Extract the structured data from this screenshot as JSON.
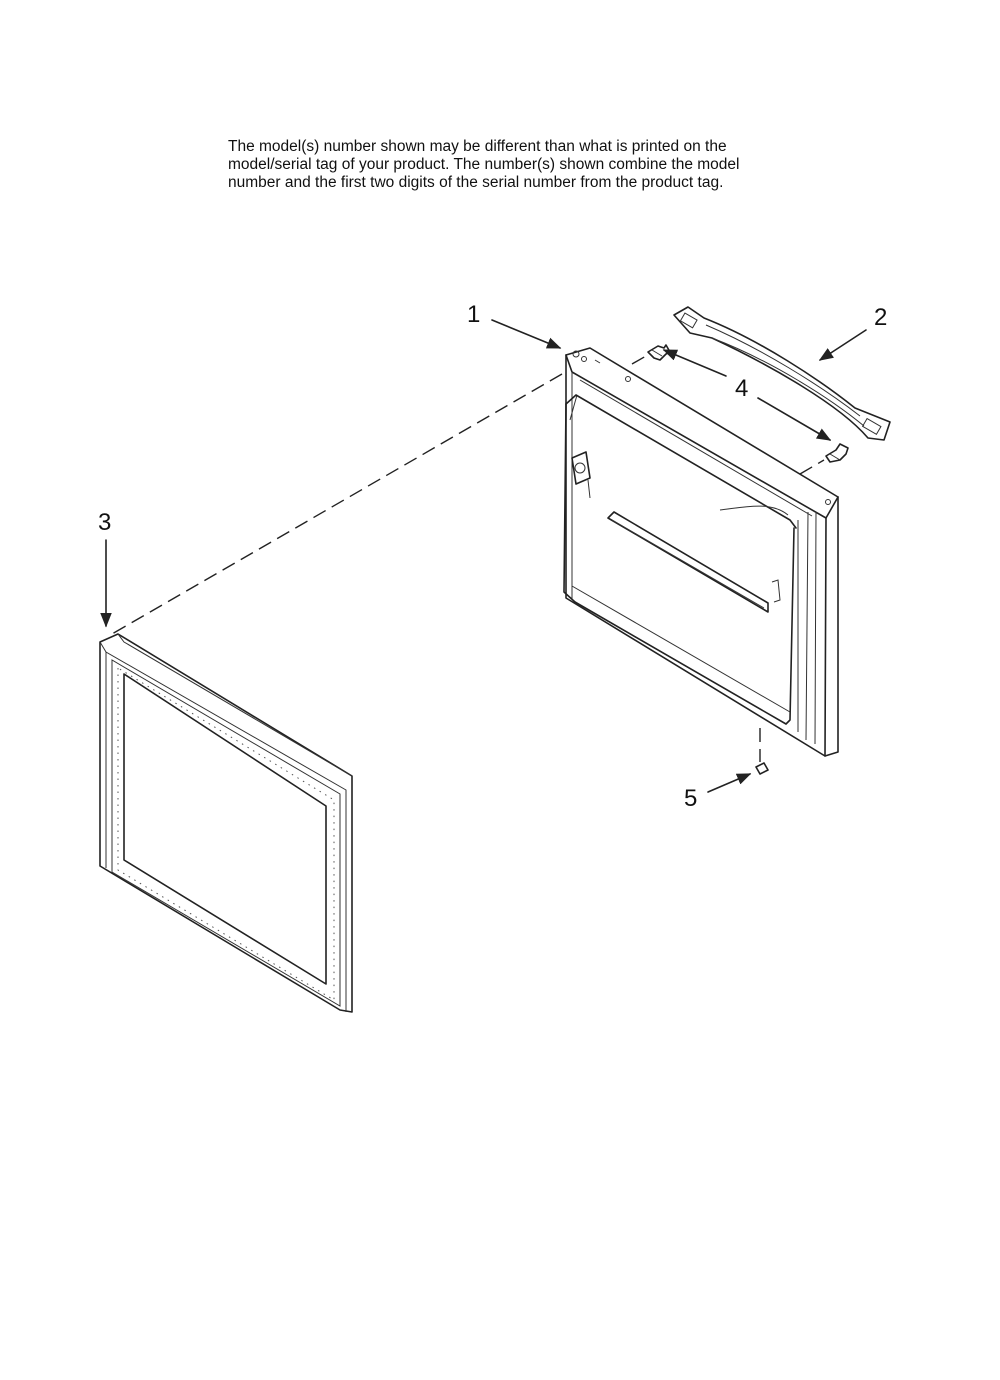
{
  "notice": {
    "line1": "The model(s) number shown may be different than what is printed on the",
    "line2": "model/serial tag of your product. The number(s) shown combine the model",
    "line3": "number and the first two digits of the serial number from the product tag."
  },
  "callouts": {
    "c1": "1",
    "c2": "2",
    "c3": "3",
    "c4": "4",
    "c5": "5"
  }
}
